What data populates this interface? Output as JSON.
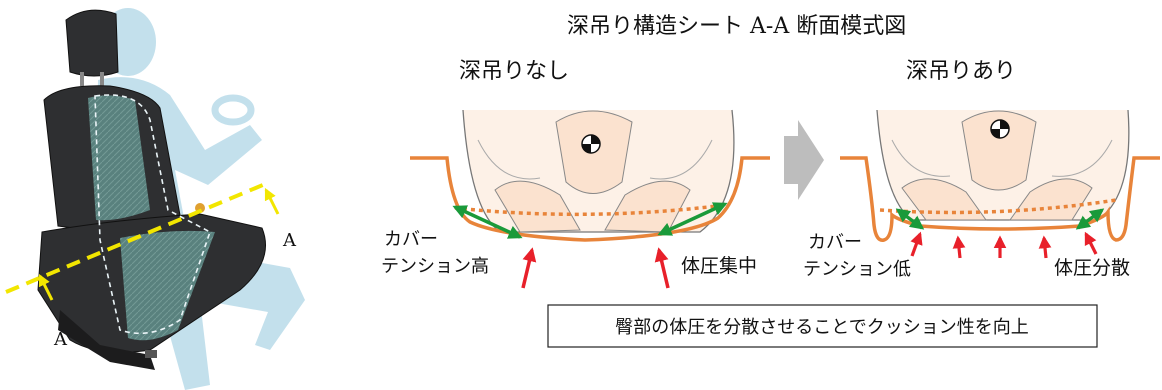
{
  "title": "深吊り構造シート A-A 断面模式図",
  "section_marker": "A",
  "panel_left": {
    "heading": "深吊りなし",
    "cover_label_line1": "カバー",
    "cover_label_line2": "テンション高",
    "pressure_label": "体圧集中"
  },
  "panel_right": {
    "heading": "深吊りあり",
    "cover_label_line1": "カバー",
    "cover_label_line2": "テンション低",
    "pressure_label": "体圧分散"
  },
  "summary": "臀部の体圧を分散させることでクッション性を向上",
  "colors": {
    "cover_line": "#e8843a",
    "tension_arrow": "#1a9a3a",
    "pressure_arrow": "#e8202a",
    "section_line": "#f2e600",
    "body_fill": "#fbe2cf",
    "person_fill": "#b9dbe9"
  }
}
